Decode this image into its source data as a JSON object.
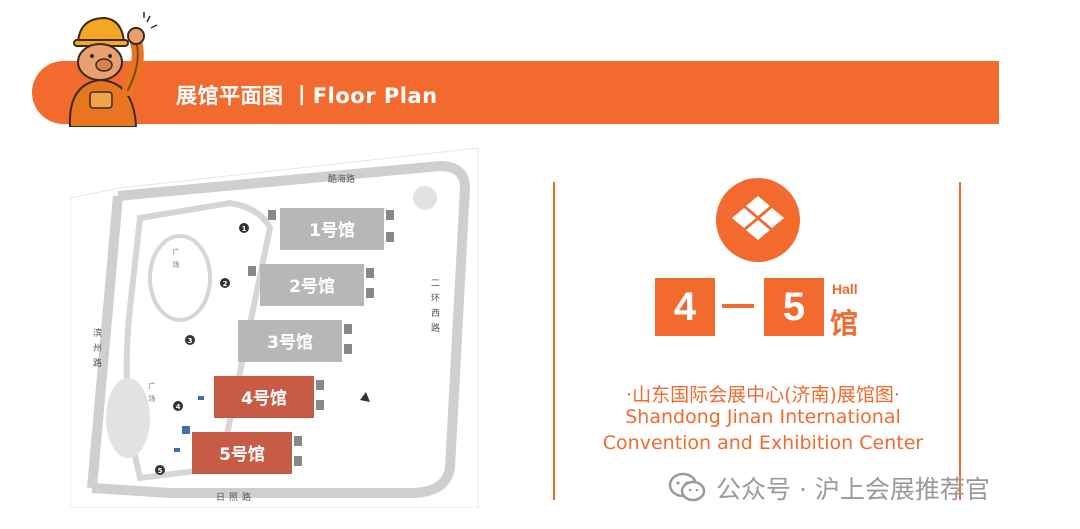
{
  "header": {
    "title": "展馆平面图 丨Floor Plan",
    "color": "#F26A2D"
  },
  "floor_plan": {
    "halls": [
      {
        "label": "1号馆",
        "highlighted": false
      },
      {
        "label": "2号馆",
        "highlighted": false
      },
      {
        "label": "3号馆",
        "highlighted": false
      },
      {
        "label": "4号馆",
        "highlighted": true
      },
      {
        "label": "5号馆",
        "highlighted": true
      }
    ],
    "roads": {
      "north": "酷海路",
      "west": "滨州路",
      "east": "二环西路",
      "south": "日照路"
    },
    "plaza": [
      "广场",
      "广场"
    ],
    "markers": [
      "1",
      "2",
      "3",
      "4",
      "5"
    ],
    "hall_color": "#B7B7B7",
    "highlight_color": "#C75B45"
  },
  "info": {
    "num_start": "4",
    "num_end": "5",
    "hall_en": "Hall",
    "hall_cn": "馆",
    "venue_cn": "·山东国际会展中心(济南)展馆图·",
    "venue_en_line1": "Shandong Jinan International",
    "venue_en_line2": "Convention and Exhibition Center",
    "accent": "#F26A2D"
  },
  "watermark": {
    "icon": "wechat-icon",
    "text": "公众号 · 沪上会展推荐官"
  }
}
